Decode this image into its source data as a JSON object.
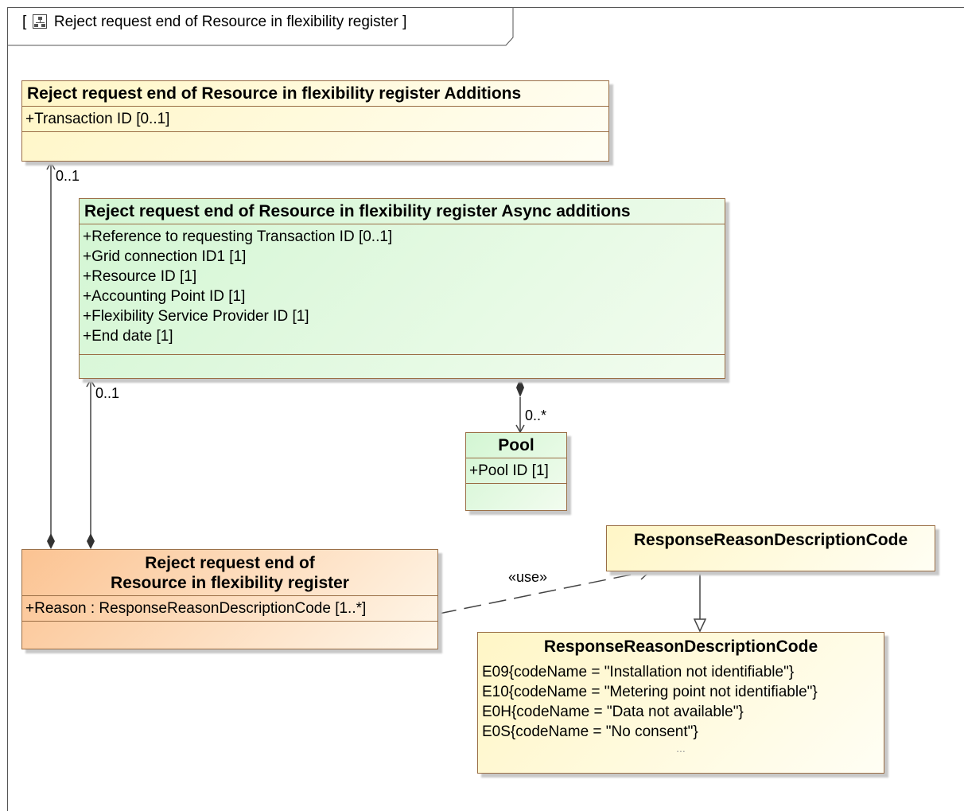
{
  "frame": {
    "title": "Reject request end of Resource in flexibility register",
    "bracket_open": "[",
    "bracket_close": "]",
    "icon": "class-diagram-icon"
  },
  "classes": {
    "additions": {
      "name": "Reject request end of Resource in flexibility register Additions",
      "attributes": [
        "+Transaction ID [0..1]"
      ]
    },
    "async_additions": {
      "name": "Reject request end of Resource in flexibility register Async additions",
      "attributes": [
        "+Reference to requesting Transaction ID [0..1]",
        "+Grid connection ID1 [1]",
        "+Resource ID [1]",
        "+Accounting Point ID [1]",
        "+Flexibility Service Provider ID [1]",
        "+End date [1]"
      ]
    },
    "pool": {
      "name": "Pool",
      "attributes": [
        "+Pool ID [1]"
      ]
    },
    "main": {
      "name_line1": "Reject request end of",
      "name_line2": "Resource in flexibility register",
      "attributes": [
        "+Reason : ResponseReasonDescriptionCode [1..*]"
      ]
    },
    "rrdc_header": {
      "name": "ResponseReasonDescriptionCode"
    },
    "rrdc_enum": {
      "name": "ResponseReasonDescriptionCode",
      "literals": [
        "E09{codeName = \"Installation not identifiable\"}",
        "E10{codeName = \"Metering point not identifiable\"}",
        "E0H{codeName = \"Data not available\"}",
        "E0S{codeName = \"No consent\"}"
      ],
      "more": "..."
    }
  },
  "relations": {
    "main_to_additions_multiplicity": "0..1",
    "main_to_async_multiplicity": "0..1",
    "async_to_pool_multiplicity": "0..*",
    "use_stereotype": "«use»"
  },
  "colors": {
    "yellow_class": "#fff6c6",
    "green_class": "#d3f6d3",
    "orange_class": "#fbc392",
    "border": "#9a6e45",
    "line": "#444444"
  }
}
